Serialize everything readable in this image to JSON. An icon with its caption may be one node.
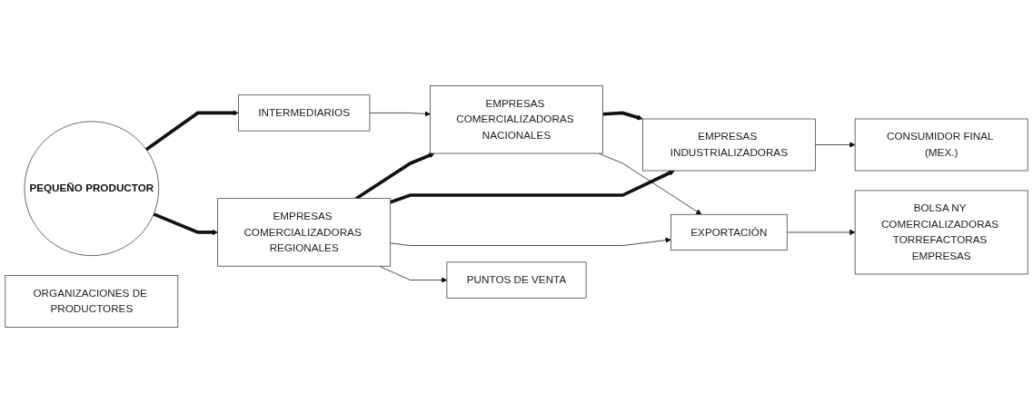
{
  "diagram": {
    "nodes": [
      {
        "text": [
          "PEQUEÑO PRODUCTOR"
        ]
      },
      {
        "text": [
          "INTERMEDIARIOS"
        ]
      },
      {
        "text": [
          "EMPRESAS COMERCIALIZADORAS NACIONALES"
        ]
      },
      {
        "text": [
          "BOLSA NY COMERCIALIZADORAS TORREFACTORAS EMPRESAS"
        ]
      },
      {
        "text": [
          "EMPRESAS INDUSTRIALIZADORAS"
        ]
      },
      {
        "text": [
          "EMPRESAS COMERCIALIZADORAS REGIONALES"
        ]
      },
      {
        "text": [
          "EXPORTACIÓN"
        ]
      },
      {
        "text": [
          "ORGANIZACIONES DE PRODUCTORES"
        ]
      },
      {
        "text": [
          "PUNTOS DE VENTA"
        ]
      },
      {
        "text": [
          "CONSUMIDOR FINAL (MEX.)"
        ]
      }
    ],
    "edges": [
      {
        "from": 0,
        "to": 1,
        "arrow": "to",
        "style": "thick"
      },
      {
        "from": 0,
        "to": 5,
        "arrow": "to",
        "style": "thick"
      },
      {
        "from": 1,
        "to": 2,
        "arrow": "to"
      },
      {
        "from": 5,
        "to": 2,
        "arrow": "to",
        "style": "thick"
      },
      {
        "from": 5,
        "to": 4,
        "arrow": "to",
        "style": "thick"
      },
      {
        "from": 2,
        "to": 4,
        "arrow": "to",
        "style": "thick"
      },
      {
        "from": 2,
        "to": 6,
        "arrow": "to"
      },
      {
        "from": 5,
        "to": 6,
        "arrow": "to"
      },
      {
        "from": 5,
        "to": 8,
        "arrow": "to"
      },
      {
        "from": 4,
        "to": 9,
        "arrow": "to"
      },
      {
        "from": 6,
        "to": 3,
        "arrow": "to"
      }
    ]
  }
}
